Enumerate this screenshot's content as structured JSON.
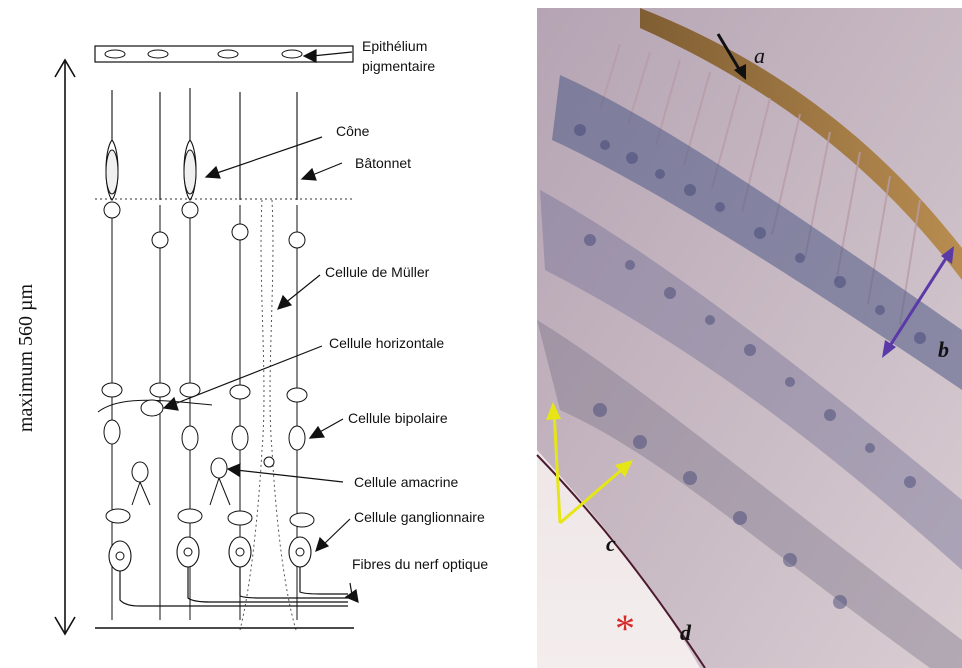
{
  "diagram": {
    "scale_label": "maximum 560 µm",
    "labels": {
      "epithelium_line1": "Epithélium",
      "epithelium_line2": "pigmentaire",
      "cone": "Cône",
      "rod": "Bâtonnet",
      "muller": "Cellule de Müller",
      "horizontal": "Cellule horizontale",
      "bipolar": "Cellule bipolaire",
      "amacrine": "Cellule amacrine",
      "ganglion": "Cellule ganglionnaire",
      "optic_fibers": "Fibres du nerf optique"
    }
  },
  "micrograph": {
    "markers": {
      "a": "a",
      "b": "b",
      "c": "c",
      "d": "d",
      "asterisk": "*"
    },
    "colors": {
      "arrow_a": "#111111",
      "arrow_b": "#5b3aa8",
      "arrow_c": "#e6e617",
      "asterisk": "#d42a2a"
    }
  }
}
